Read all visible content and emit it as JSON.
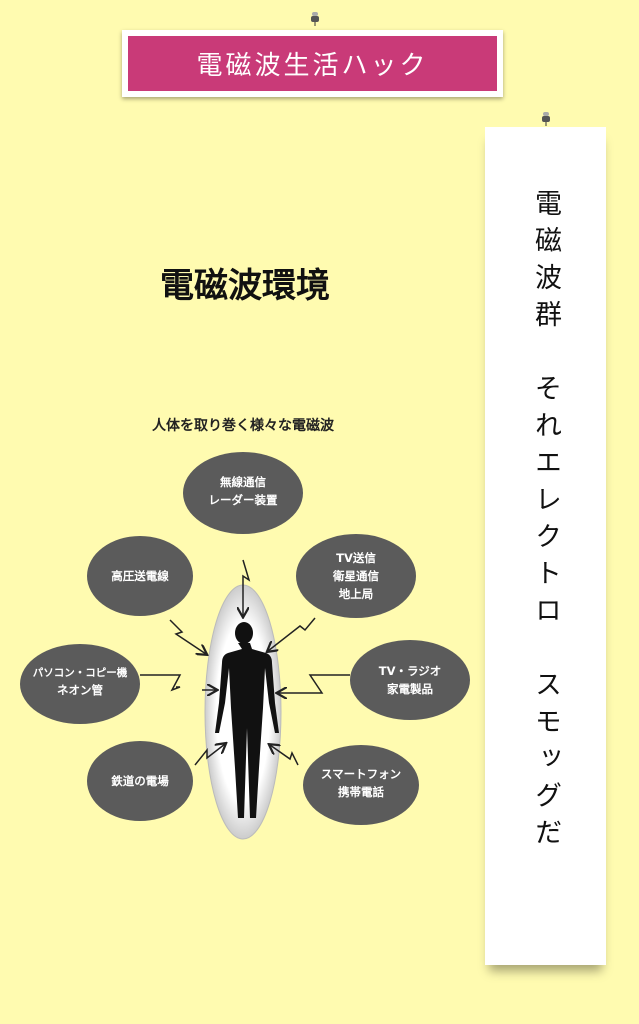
{
  "banner": {
    "title": "電磁波生活ハック"
  },
  "scroll": {
    "text": "電磁波群　それエレクトロ　スモッグだ"
  },
  "heading": "電磁波環境",
  "diagram": {
    "title": "人体を取り巻く様々な電磁波",
    "sources": [
      {
        "lines": [
          "無線通信",
          "レーダー装置"
        ]
      },
      {
        "lines": [
          "高圧送電線"
        ]
      },
      {
        "lines": [
          "TV送信",
          "衛星通信",
          "地上局"
        ]
      },
      {
        "lines": [
          "パソコン・コピー機",
          "ネオン管"
        ]
      },
      {
        "lines": [
          "TV・ラジオ",
          "家電製品"
        ]
      },
      {
        "lines": [
          "鉄道の電場"
        ]
      },
      {
        "lines": [
          "スマートフォン",
          "携帯電話"
        ]
      }
    ]
  },
  "colors": {
    "background": "#fffbb0",
    "banner": "#c93a78",
    "bubble": "#5b5b5b"
  }
}
